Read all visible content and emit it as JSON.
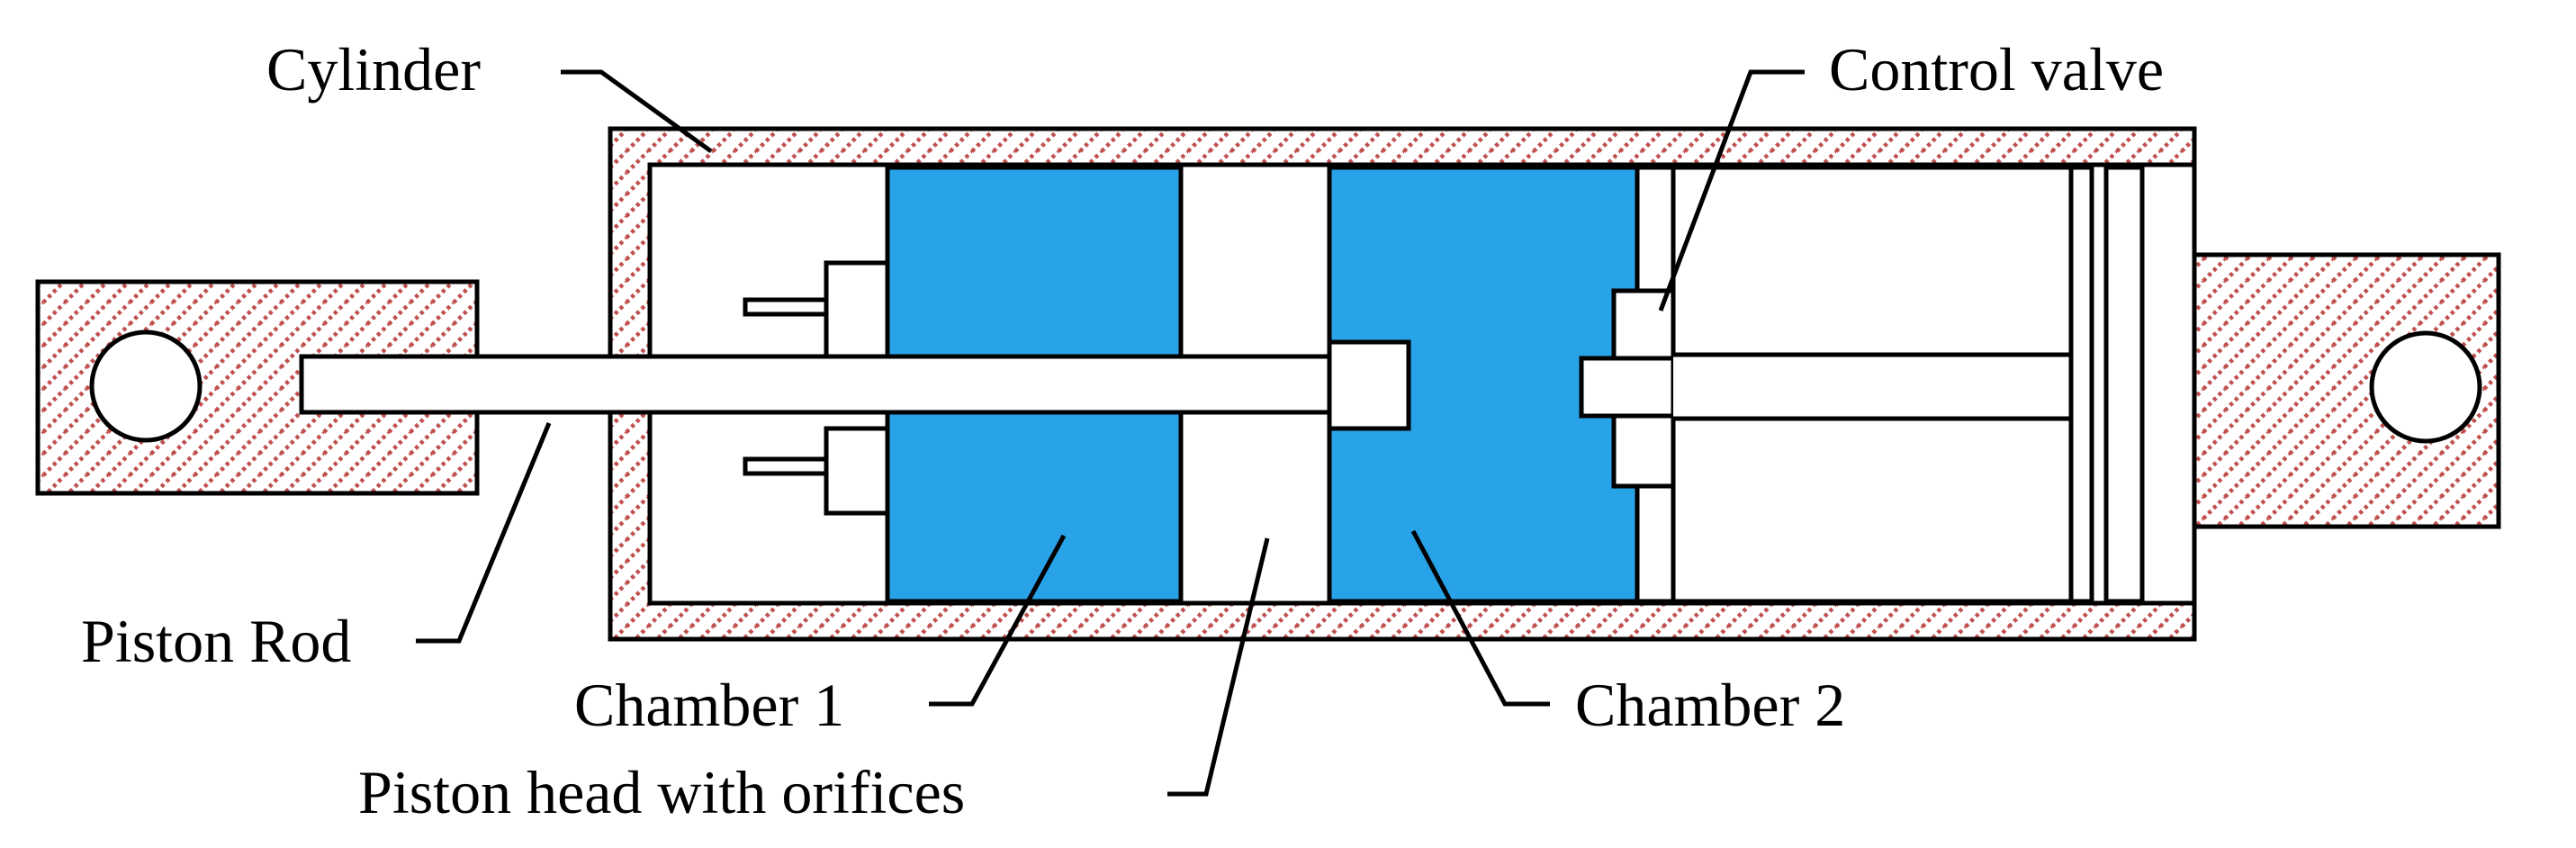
{
  "labels": {
    "cylinder": "Cylinder",
    "control_valve": "Control valve",
    "piston_rod": "Piston Rod",
    "chamber_1": "Chamber 1",
    "chamber_2": "Chamber 2",
    "piston_head": "Piston head with orifices"
  },
  "colors": {
    "fluid": "#29A3E8",
    "hatch": "#C0504D",
    "line": "#000000",
    "background": "#FFFFFF"
  }
}
